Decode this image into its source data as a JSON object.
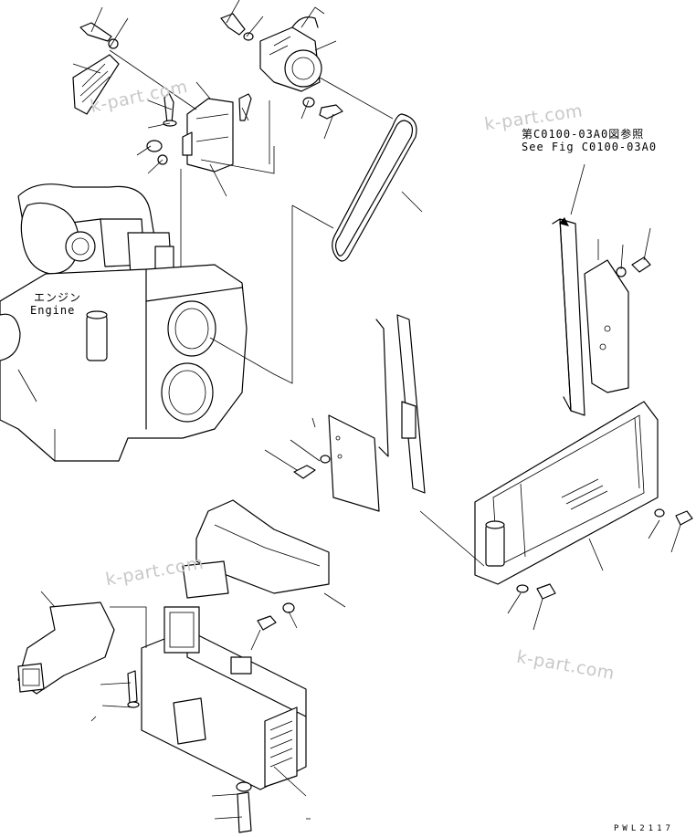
{
  "reference_note": {
    "line_jp": "第C0100-03A0図参照",
    "line_en": "See Fig C0100-03A0"
  },
  "engine_label": {
    "jp": "エンジン",
    "en": "Engine"
  },
  "watermarks": [
    "k-part.com",
    "k-part.com",
    "k-part.com",
    "k-part.com"
  ],
  "drawing_code": "PWL2117"
}
